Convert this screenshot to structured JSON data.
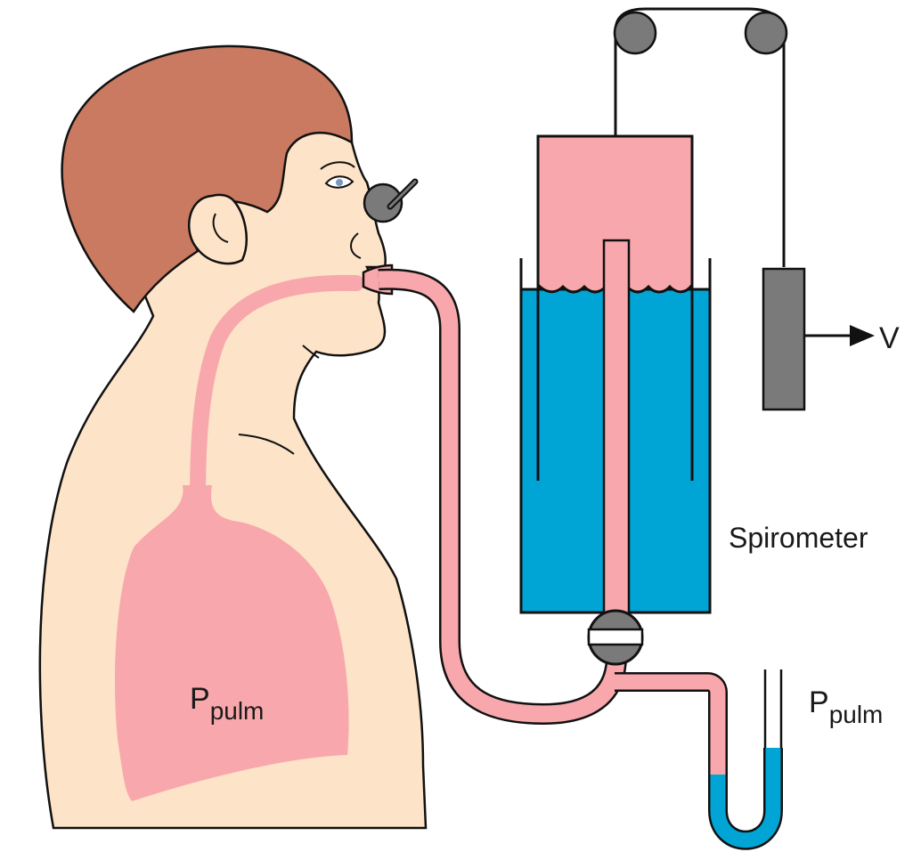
{
  "labels": {
    "volume_symbol": "V",
    "device_name": "Spirometer",
    "pressure_lung": {
      "main": "P",
      "sub": "pulm"
    },
    "pressure_gauge": {
      "main": "P",
      "sub": "pulm"
    }
  },
  "colors": {
    "skin": "#fde3c8",
    "hair": "#c97a60",
    "airway": "#f8a8ac",
    "water": "#00a5d6",
    "metal": "#7a7a7a",
    "outline": "#111111"
  },
  "icons": [
    "pulley-icon",
    "nose-clip-icon",
    "valve-icon",
    "counterweight-icon",
    "arrow-right-icon"
  ]
}
